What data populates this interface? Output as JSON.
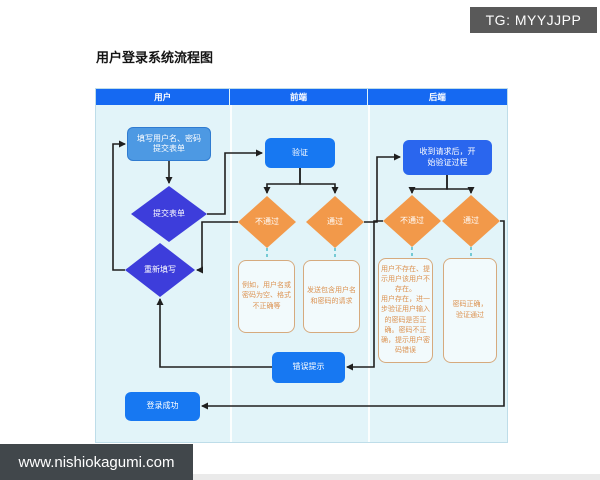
{
  "watermarks": {
    "top_right": "TG: MYYJJPP",
    "bottom_left": "www.nishiokagumi.com"
  },
  "title": "用户登录系统流程图",
  "lanes": [
    {
      "label": "用户"
    },
    {
      "label": "前端"
    },
    {
      "label": "后端"
    }
  ],
  "nodes": {
    "fill_form": {
      "label": "填写用户名、密码\n提交表单"
    },
    "submit_form": {
      "label": "提交表单"
    },
    "refill": {
      "label": "重新填写"
    },
    "verify": {
      "label": "验证"
    },
    "fe_fail": {
      "label": "不通过"
    },
    "fe_pass": {
      "label": "通过"
    },
    "note_fe_fail": {
      "text": "例如，用户名或\n密码为空、格式\n不正确等"
    },
    "note_fe_pass": {
      "text": "发送包含用户名\n和密码的请求"
    },
    "receive": {
      "label": "收到请求后，开\n始验证过程"
    },
    "be_fail": {
      "label": "不通过"
    },
    "be_pass": {
      "label": "通过"
    },
    "note_be_fail": {
      "text": "用户不存在、提\n示用户该用户不\n存在。\n用户存在，进一\n步验证用户输入\n的密码是否正\n确。密码不正\n确，提示用户密\n码错误"
    },
    "note_be_pass": {
      "text": "密码正确，\n验证通过"
    },
    "error_prompt": {
      "label": "错误提示"
    },
    "login_success": {
      "label": "登录成功"
    }
  },
  "colors": {
    "lane_header_blue": "#1569f2",
    "lane_body_cyan": "#e2f4f9",
    "process_blue": "#1778f2",
    "process_light_blue": "#4d99e3",
    "decision_indigo": "#3d3ddb",
    "result_orange": "#f2994a",
    "note_border_tan": "#d6aa7e",
    "note_text_orange": "#dc9352",
    "arrow_dark": "#1f1f1f",
    "dashed_teal": "#45b8c6",
    "watermark_gray": "#595959"
  }
}
